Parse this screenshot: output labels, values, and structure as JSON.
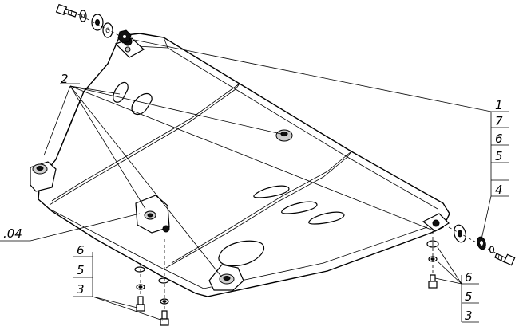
{
  "callouts": {
    "part_1": "1",
    "part_2": "2",
    "part_04": ".04",
    "right_stack_upper": [
      "7",
      "6",
      "5",
      "4"
    ],
    "right_stack_lower": [
      "6",
      "5",
      "3"
    ],
    "left_stack_lower": [
      "6",
      "5",
      "3"
    ]
  },
  "icons": {
    "bolt": "bolt-icon",
    "washer": "washer-icon",
    "nut": "nut-icon",
    "bracket": "bracket-icon"
  }
}
